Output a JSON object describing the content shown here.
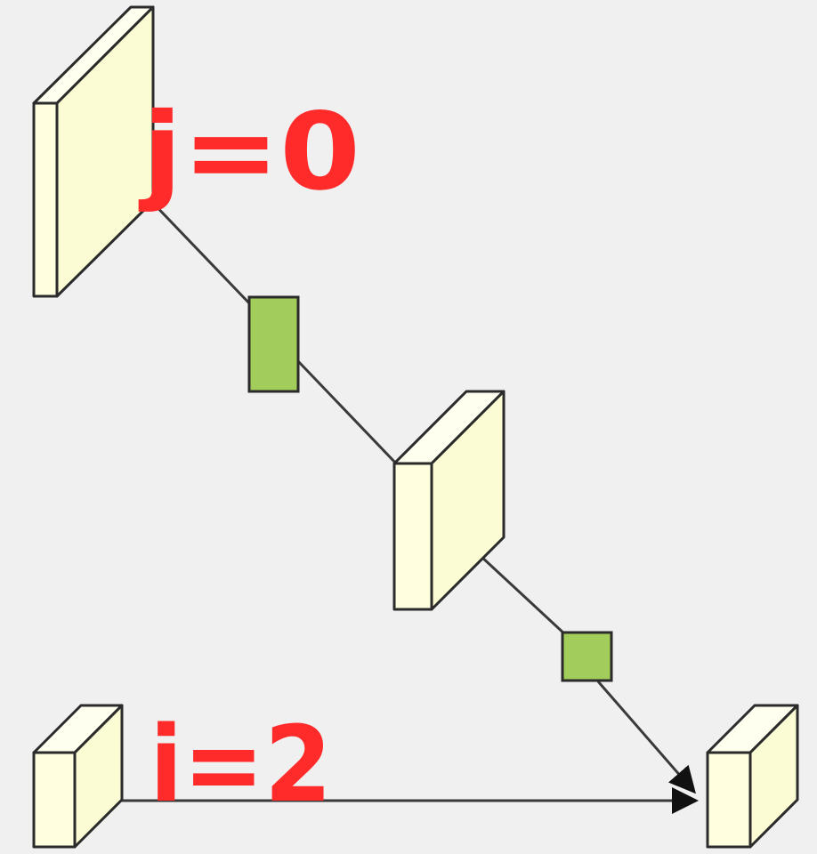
{
  "diagram": {
    "background": "#f0f0f0",
    "colors": {
      "block_front": "#ffffe0",
      "block_side": "#fbfbd4",
      "block_stroke": "#2b2b2b",
      "connector_fill": "#a2cd5a",
      "edge_stroke": "#3a3a3a",
      "annotation": "#ff2a2a"
    },
    "annotations": {
      "j_label": "j=0",
      "i_label": "i=2"
    },
    "nodes": [
      {
        "id": "block-large-top-left",
        "kind": "feature-map"
      },
      {
        "id": "connector-upper",
        "kind": "layer-op"
      },
      {
        "id": "block-middle",
        "kind": "feature-map"
      },
      {
        "id": "connector-lower",
        "kind": "layer-op"
      },
      {
        "id": "block-small-bottom-left",
        "kind": "feature-map"
      },
      {
        "id": "block-small-bottom-right",
        "kind": "feature-map"
      }
    ],
    "edges": [
      {
        "from": "block-large-top-left",
        "to": "connector-upper",
        "arrow": false
      },
      {
        "from": "connector-upper",
        "to": "block-middle",
        "arrow": false
      },
      {
        "from": "block-middle",
        "to": "connector-lower",
        "arrow": false
      },
      {
        "from": "connector-lower",
        "to": "block-small-bottom-right",
        "arrow": true
      },
      {
        "from": "block-small-bottom-left",
        "to": "block-small-bottom-right",
        "arrow": true
      }
    ]
  }
}
